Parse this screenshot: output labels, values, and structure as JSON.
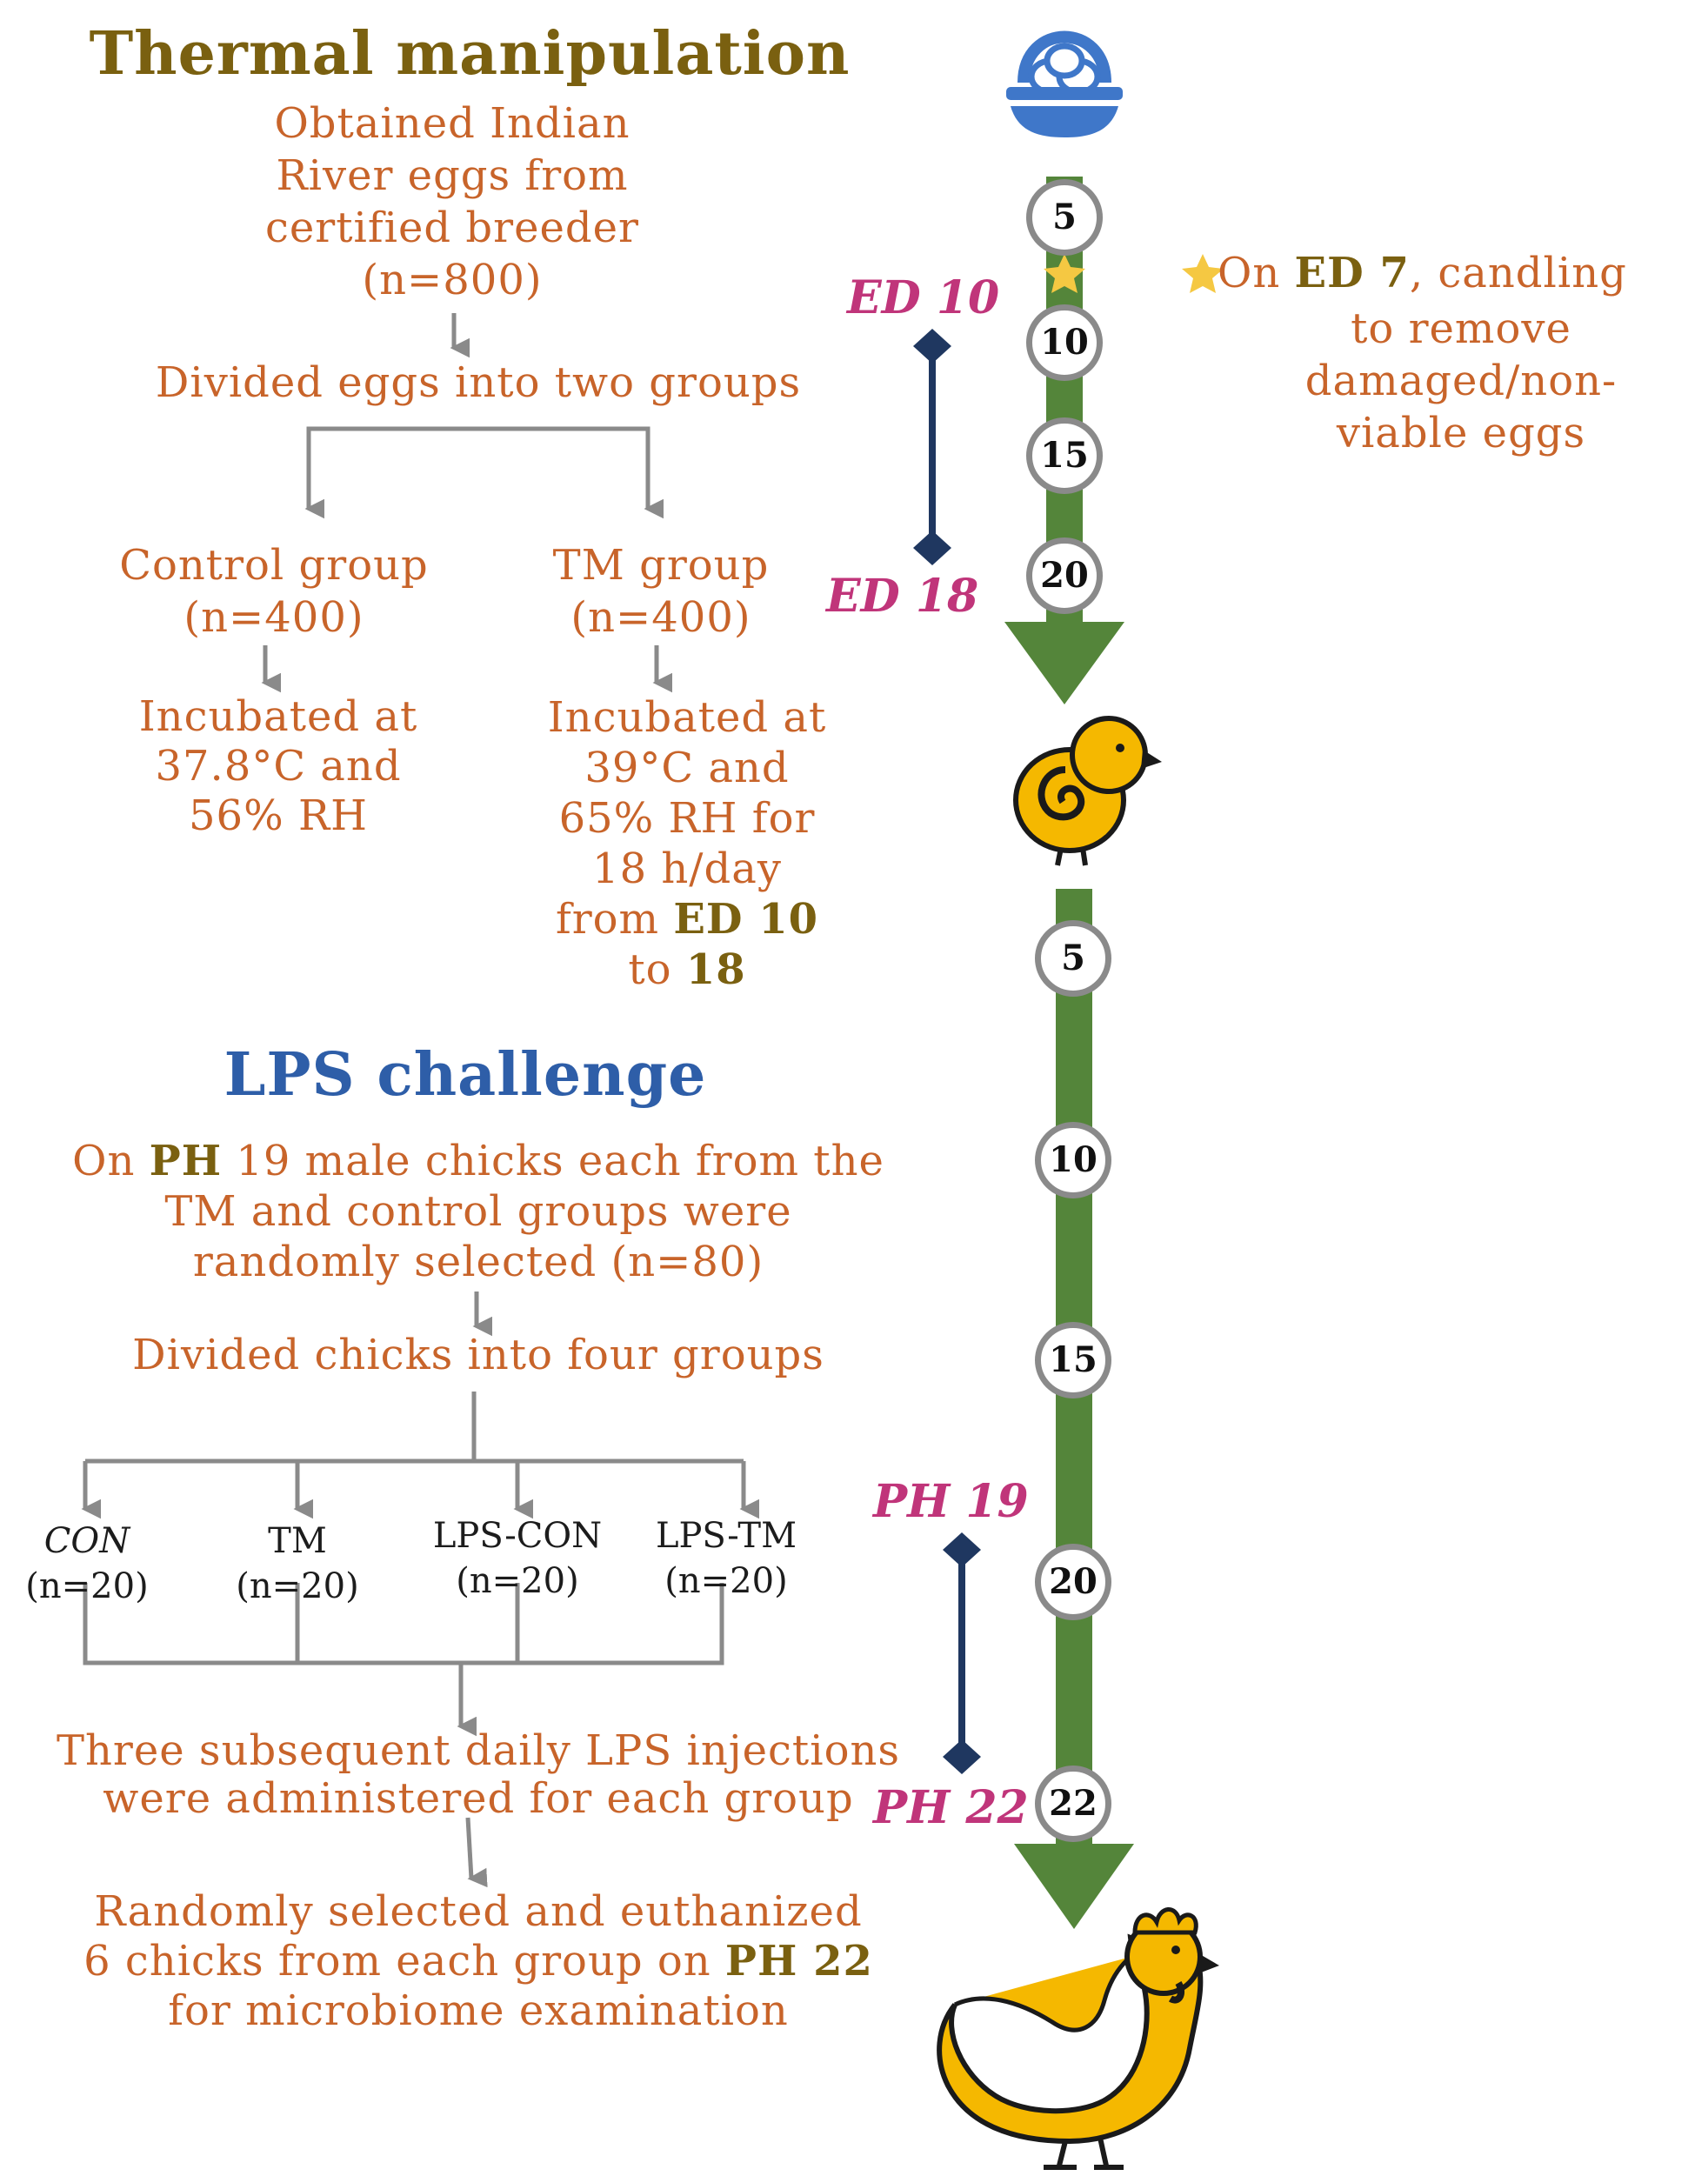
{
  "thermal": {
    "title": "Thermal manipulation",
    "obtained": [
      "Obtained Indian",
      "River eggs from",
      "certified breeder",
      "(n=800)"
    ],
    "divided": "Divided eggs into two groups",
    "control_label": "Control group",
    "control_n": "(n=400)",
    "tm_label": "TM group",
    "tm_n": "(n=400)",
    "control_incub": [
      "Incubated at",
      "37.8°C and",
      "56% RH"
    ],
    "tm_incub": [
      "Incubated at",
      "39°C and",
      "65% RH for",
      "18 h/day"
    ],
    "tm_from": "from ",
    "tm_from_bold": "ED 10",
    "tm_to": "to ",
    "tm_to_bold": "18"
  },
  "lps": {
    "title": "LPS challenge",
    "on": "On ",
    "ph_bold": "PH",
    "line1_rest": " 19 male chicks each from the",
    "line2": "TM and control groups were",
    "line3": "randomly selected (n=80)",
    "divided": "Divided chicks into four groups",
    "groups": [
      {
        "label": "CON",
        "n": "(n=20)"
      },
      {
        "label": "TM",
        "n": "(n=20)"
      },
      {
        "label": "LPS-CON",
        "n": "(n=20)"
      },
      {
        "label": "LPS-TM",
        "n": "(n=20)"
      }
    ],
    "injections": [
      "Three subsequent daily LPS injections",
      "were administered for each group"
    ],
    "euth1": "Randomly selected and euthanized",
    "euth2_pre": "6 chicks from each group on ",
    "euth2_bold": "PH 22",
    "euth3": "for microbiome examination"
  },
  "timeline": {
    "embryo_marks": [
      "5",
      "10",
      "15",
      "20"
    ],
    "post_marks": [
      "5",
      "10",
      "15",
      "20",
      "22"
    ],
    "ed_start": "ED 10",
    "ed_end": "ED 18",
    "ph_start": "PH 19",
    "ph_end": "PH 22"
  },
  "candling": {
    "on": "On ",
    "bold": "ED 7",
    "rest": ", candling",
    "lines": [
      "to remove",
      "damaged/non-",
      "viable eggs"
    ]
  },
  "colors": {
    "orange_text": "#c8642a",
    "title_olive": "#7a6010",
    "lps_blue": "#2e5ea8",
    "timeline_green": "#54853a",
    "marker_navy": "#1f3760",
    "label_pink": "#c0357a",
    "arrow_gray": "#8a8a8a",
    "star_yellow": "#f5c842",
    "chick_yellow": "#f5b800",
    "basket_blue": "#3f77c9"
  },
  "icons": [
    "egg-basket-icon",
    "chick-icon",
    "hen-icon",
    "star-icon"
  ]
}
